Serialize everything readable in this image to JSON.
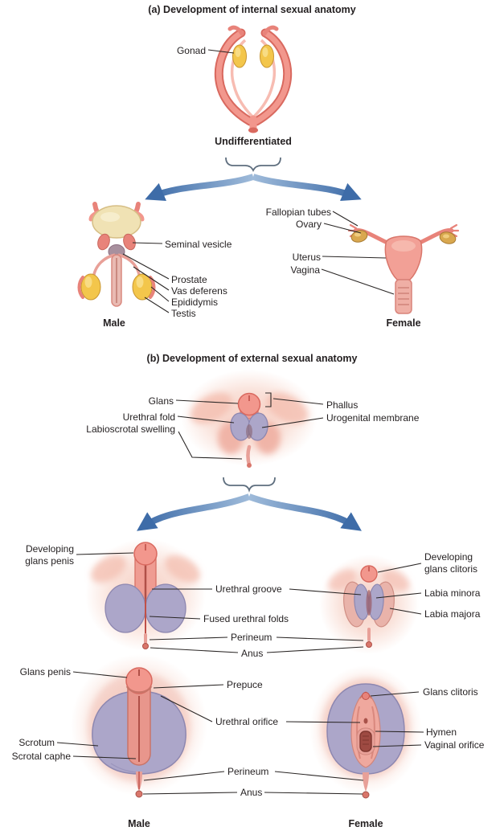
{
  "figure": {
    "section_a": {
      "title": "(a) Development of internal sexual anatomy",
      "stage_label": "Undifferentiated",
      "male_label": "Male",
      "female_label": "Female",
      "labels": {
        "gonad": "Gonad",
        "seminal_vesicle": "Seminal vesicle",
        "prostate": "Prostate",
        "vas_deferens": "Vas deferens",
        "epididymis": "Epididymis",
        "testis": "Testis",
        "fallopian_tubes": "Fallopian tubes",
        "ovary": "Ovary",
        "uterus": "Uterus",
        "vagina": "Vagina"
      }
    },
    "section_b": {
      "title": "(b) Development of external sexual anatomy",
      "male_label": "Male",
      "female_label": "Female",
      "labels": {
        "glans": "Glans",
        "phallus": "Phallus",
        "urethral_fold": "Urethral fold",
        "urogenital_membrane": "Urogenital membrane",
        "labioscrotal_swelling": "Labioscrotal swelling",
        "developing_glans_penis": "Developing glans penis",
        "urethral_groove": "Urethral groove",
        "fused_urethral_folds": "Fused urethral folds",
        "perineum_middle": "Perineum",
        "anus_middle": "Anus",
        "developing_glans_clitoris": "Developing glans clitoris",
        "labia_minora": "Labia minora",
        "labia_majora": "Labia majora",
        "glans_penis": "Glans penis",
        "prepuce": "Prepuce",
        "urethral_orifice": "Urethral orifice",
        "scrotum": "Scrotum",
        "scrotal_caphe": "Scrotal caphe",
        "glans_clitoris": "Glans clitoris",
        "hymen": "Hymen",
        "vaginal_orifice": "Vaginal orifice",
        "perineum_bottom": "Perineum",
        "anus_bottom": "Anus"
      }
    },
    "colors": {
      "tissue_pink": "#F2978D",
      "tissue_pink_dark": "#D9695F",
      "tissue_pink_light": "#F7BCB2",
      "gonad_gold": "#F3C64B",
      "ovary_gold": "#D9A84F",
      "bladder_cream": "#F0E2B4",
      "fold_lavender": "#ACA6C9",
      "fold_lavender_dark": "#8D87B0",
      "glow_pink": "#F6C9BC",
      "arrow_blue_dark": "#3E6CA8",
      "arrow_blue_light": "#9FBBDA",
      "orifice_maroon": "#9E4A42",
      "leader_line": "#2A2625",
      "text": "#231F20",
      "background": "#FFFFFF"
    }
  }
}
